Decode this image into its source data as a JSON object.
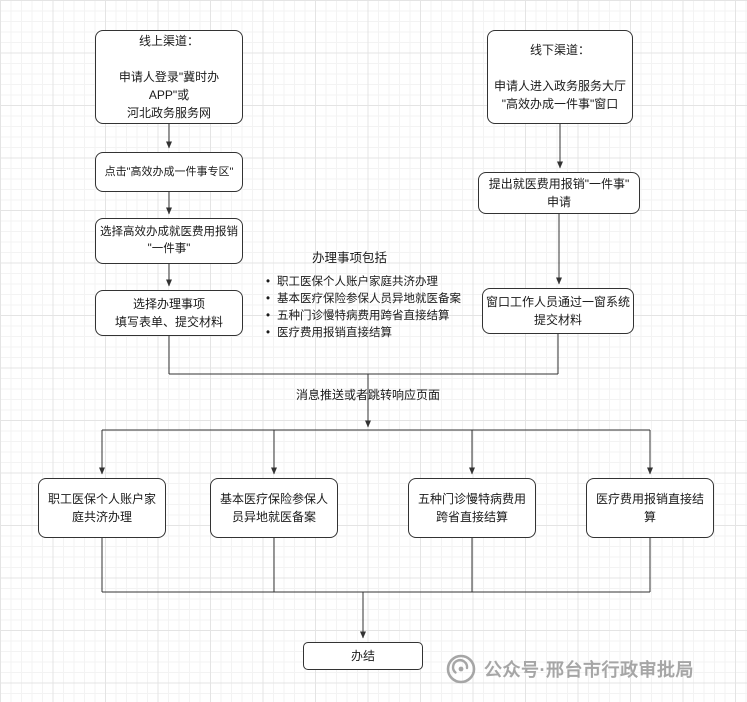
{
  "nodes": {
    "online_channel": {
      "label": "线上渠道：\n\n申请人登录\"冀时办APP\"或\n河北政务服务网"
    },
    "offline_channel": {
      "label": "线下渠道：\n\n申请人进入政务服务大厅\n\"高效办成一件事\"窗口"
    },
    "click_zone": {
      "label": "点击\"高效办成一件事专区\""
    },
    "select_service": {
      "label": "选择高效办成就医费用报销\n\"一件事\""
    },
    "select_items": {
      "label": "选择办理事项\n填写表单、提交材料"
    },
    "submit_application": {
      "label": "提出就医费用报销\"一件事\"\n申请"
    },
    "window_staff": {
      "label": "窗口工作人员通过一窗系统\n提交材料"
    },
    "branch_family": {
      "label": "职工医保个人账户家\n庭共济办理"
    },
    "branch_remote": {
      "label": "基本医疗保险参保人\n员异地就医备案"
    },
    "branch_chronic": {
      "label": "五种门诊慢特病费用\n跨省直接结算"
    },
    "branch_settlement": {
      "label": "医疗费用报销直接结\n算"
    },
    "finish": {
      "label": "办结"
    }
  },
  "annotation": {
    "title": "办理事项包括",
    "items": [
      "职工医保个人账户家庭共济办理",
      "基本医疗保险参保人员异地就医备案",
      "五种门诊慢特病费用跨省直接结算",
      "医疗费用报销直接结算"
    ]
  },
  "labels": {
    "junction": "消息推送或者跳转响应页面"
  },
  "watermark": {
    "text": "公众号·邢台市行政审批局"
  },
  "colors": {
    "node_border": "#333333",
    "node_fill": "#ffffff",
    "connector": "#333333",
    "watermark": "#a6a6a6"
  }
}
